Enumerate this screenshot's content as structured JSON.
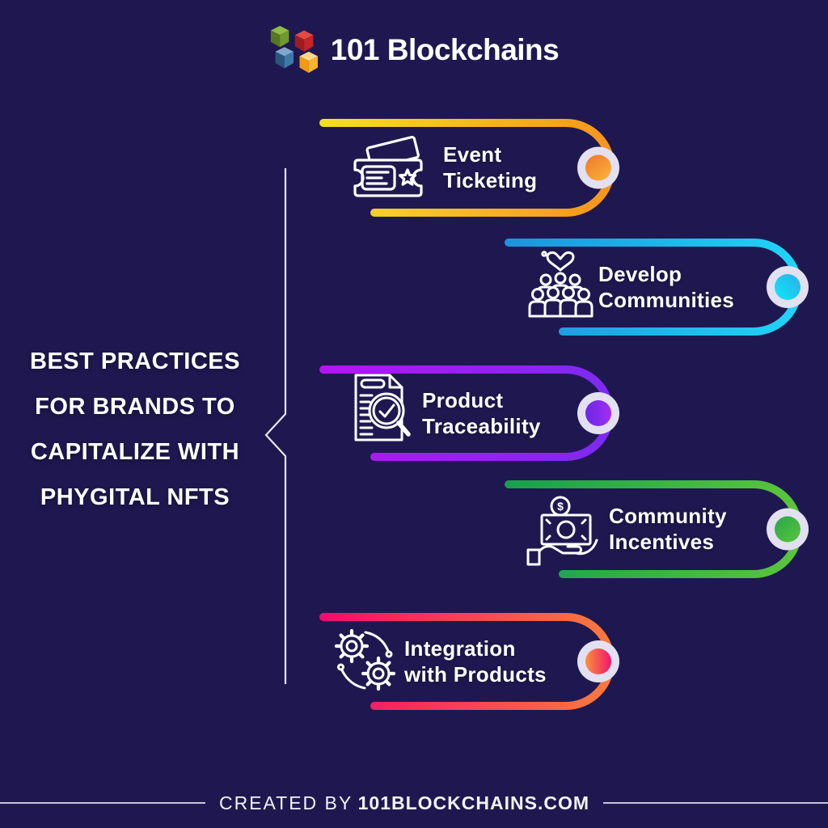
{
  "page": {
    "background_color": "#1f1850",
    "ring_color": "#e3e0f1",
    "bracket_color": "#e9e7f5",
    "footer_rule_color": "#c8c5d8"
  },
  "header": {
    "brand": "101 Blockchains",
    "logo_icon": "blockchain-cubes-icon",
    "cube_colors": [
      "#7fae3a",
      "#c42328",
      "#3c79a8",
      "#f5a81c"
    ]
  },
  "title": {
    "lines": [
      "BEST PRACTICES",
      "FOR BRANDS TO",
      "CAPITALIZE WITH",
      "PHYGITAL NFTS"
    ]
  },
  "items": [
    {
      "line1": "Event",
      "line2": "Ticketing",
      "icon": "ticket-icon",
      "gradient": [
        "#f6de27",
        "#f6911d"
      ],
      "dot_gradient": [
        "#ef7c2b",
        "#fcb03c"
      ]
    },
    {
      "line1": "Develop",
      "line2": "Communities",
      "icon": "community-heart-icon",
      "gradient": [
        "#1d93dd",
        "#20d7f7"
      ],
      "dot_gradient": [
        "#2bb1e9",
        "#10e4f9"
      ]
    },
    {
      "line1": "Product",
      "line2": "Traceability",
      "icon": "document-magnifier-icon",
      "gradient": [
        "#b515f3",
        "#7a2bf1"
      ],
      "dot_gradient": [
        "#6a28e2",
        "#a32df6"
      ]
    },
    {
      "line1": "Community",
      "line2": "Incentives",
      "icon": "money-hand-icon",
      "gradient": [
        "#17a04e",
        "#5ec63b"
      ],
      "dot_gradient": [
        "#2da84b",
        "#55c43b"
      ]
    },
    {
      "line1": "Integration",
      "line2": "with Products",
      "icon": "gears-icon",
      "gradient": [
        "#f50c6d",
        "#f97f3a"
      ],
      "dot_gradient": [
        "#f9923c",
        "#f3136f"
      ]
    }
  ],
  "footer": {
    "prefix": "CREATED BY",
    "site": "101BLOCKCHAINS.COM"
  }
}
